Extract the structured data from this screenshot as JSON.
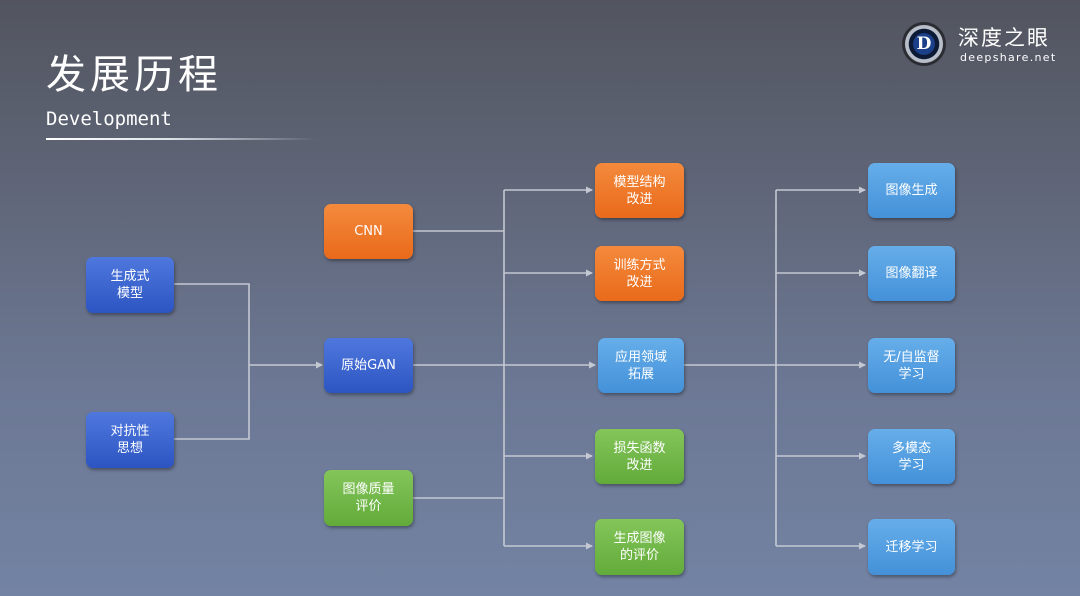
{
  "header": {
    "title": "发展历程",
    "subtitle": "Development"
  },
  "logo": {
    "name": "深度之眼",
    "url": "deepshare.net",
    "letter": "D"
  },
  "nodes": {
    "generative_model": "生成式\n模型",
    "adversarial_idea": "对抗性\n思想",
    "cnn": "CNN",
    "original_gan": "原始GAN",
    "image_quality_eval": "图像质量\n评价",
    "model_structure": "模型结构\n改进",
    "training_method": "训练方式\n改进",
    "application_domain": "应用领域\n拓展",
    "loss_function": "损失函数\n改进",
    "generated_image_eval": "生成图像\n的评价",
    "image_generation": "图像生成",
    "image_translation": "图像翻译",
    "un_self_supervised": "无/自监督\n学习",
    "multimodal": "多模态\n学习",
    "transfer_learning": "迁移学习"
  },
  "colors": {
    "dark_blue": "#3a62cf",
    "orange": "#ee7a2a",
    "green": "#72b84a",
    "light_blue": "#55a0e3",
    "connector": "#c4c8d2"
  }
}
